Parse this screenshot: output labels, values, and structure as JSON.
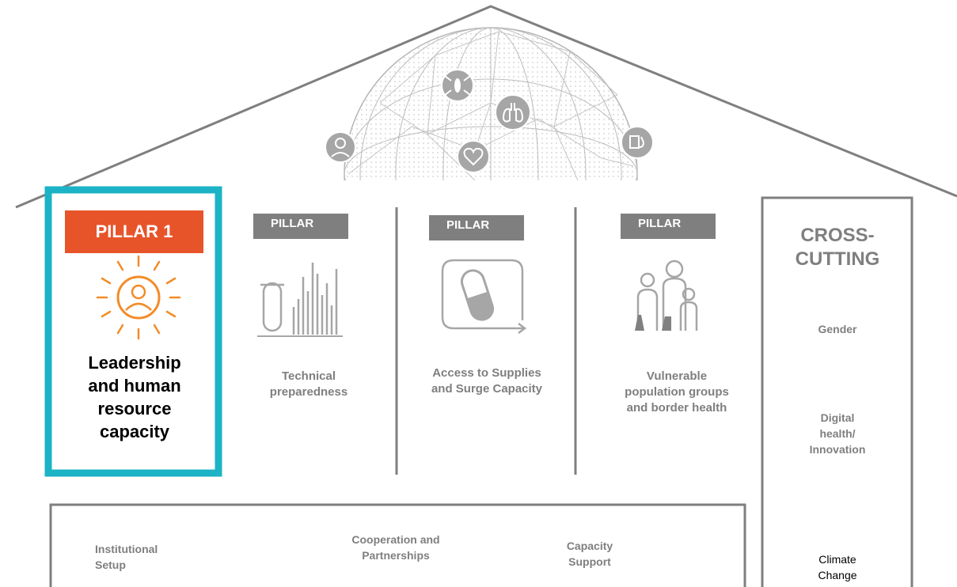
{
  "pillar1": {
    "tag": "PILLAR 1",
    "title_lines": [
      "Leadership",
      "and human",
      "resource",
      "capacity"
    ]
  },
  "pillar2": {
    "tag": "PILLAR",
    "label_lines": [
      "Technical",
      "preparedness"
    ]
  },
  "pillar3": {
    "tag": "PILLAR",
    "label_lines": [
      "Access to Supplies",
      "and Surge Capacity"
    ]
  },
  "pillar4": {
    "tag": "PILLAR",
    "label_lines": [
      "Vulnerable",
      "population groups",
      "and border health"
    ]
  },
  "cross_cutting": {
    "title_lines": [
      "CROSS-",
      "CUTTING"
    ],
    "gender": "Gender",
    "digital_lines": [
      "Digital",
      "health/",
      "Innovation"
    ],
    "climate_lines": [
      "Climate",
      "Change"
    ]
  },
  "foundation": {
    "institutional_lines": [
      "Institutional",
      "Setup"
    ],
    "cooperation_lines": [
      "Cooperation and",
      "Partnerships"
    ],
    "capacity_lines": [
      "Capacity",
      "Support"
    ]
  },
  "colors": {
    "accent_teal": "#1bb3c5",
    "pillar1_orange": "#e8542a",
    "icon_orange": "#f28c28",
    "gray": "#7f7f7f"
  },
  "icons": [
    "globe-icon",
    "health-worker-icon",
    "mosquito-icon",
    "lungs-icon",
    "heart-icon",
    "stethoscope-icon",
    "sun-person-icon",
    "test-tube-chart-icon",
    "pill-icon",
    "family-icon"
  ]
}
